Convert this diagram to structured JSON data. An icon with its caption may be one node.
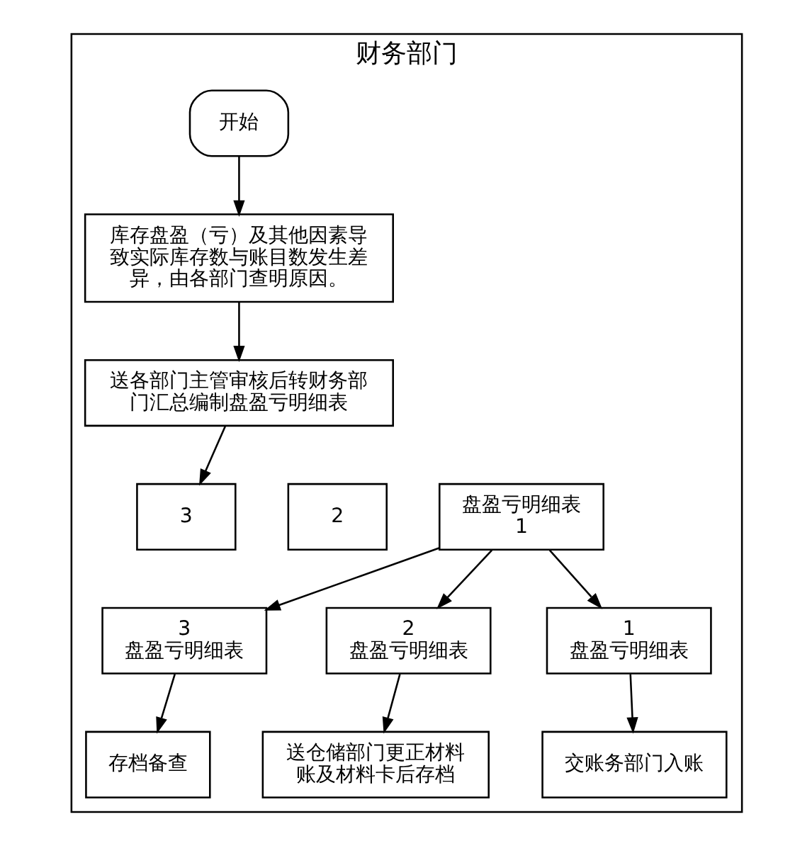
{
  "diagram": {
    "nodes": [
      {
        "text": [
          "财务部门"
        ]
      },
      {
        "text": [
          "开始"
        ],
        "in": 0
      },
      {
        "text": [
          "库存盘盈（亏）及其他因素导致实际库存数与账目数发生差异，由各部门查明原因。"
        ],
        "in": 0
      },
      {
        "text": [
          "送各部门主管审核后转财务部门汇总编制盘盈亏明细表"
        ],
        "in": 0
      },
      {
        "text": [
          "3"
        ],
        "in": 0
      },
      {
        "text": [
          "2"
        ],
        "in": 0
      },
      {
        "text": [
          "盘盈亏明细表",
          "1"
        ],
        "in": 0
      },
      {
        "text": [
          "3",
          "盘盈亏明细表"
        ],
        "in": 0
      },
      {
        "text": [
          "2",
          "盘盈亏明细表"
        ],
        "in": 0
      },
      {
        "text": [
          "1",
          "盘盈亏明细表"
        ],
        "in": 0
      },
      {
        "text": [
          "存档备查"
        ],
        "in": 0
      },
      {
        "text": [
          "送仓储部门更正材料账及材料卡后存档"
        ],
        "in": 0
      },
      {
        "text": [
          "交账务部门入账"
        ],
        "in": 0
      }
    ],
    "edges": [
      {
        "from": 1,
        "to": 2,
        "arrow": "to"
      },
      {
        "from": 2,
        "to": 3,
        "arrow": "to"
      },
      {
        "from": 3,
        "to": 4,
        "arrow": "to"
      },
      {
        "from": 6,
        "to": 7,
        "arrow": "to"
      },
      {
        "from": 6,
        "to": 8,
        "arrow": "to"
      },
      {
        "from": 6,
        "to": 9,
        "arrow": "to"
      },
      {
        "from": 7,
        "to": 10,
        "arrow": "to"
      },
      {
        "from": 8,
        "to": 11,
        "arrow": "to"
      },
      {
        "from": 9,
        "to": 12,
        "arrow": "to"
      }
    ]
  }
}
